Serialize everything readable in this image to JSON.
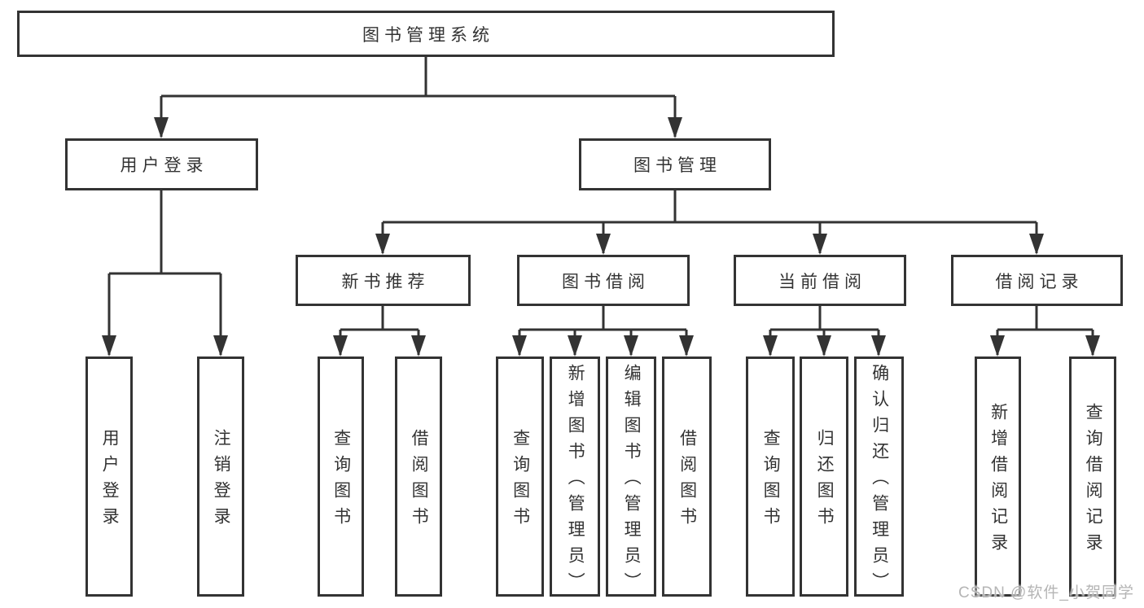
{
  "tree": {
    "root": {
      "label": "图书管理系统"
    },
    "children": [
      {
        "label": "用户登录",
        "leaves": [
          "用户登录",
          "注销登录"
        ]
      },
      {
        "label": "图书管理",
        "children": [
          {
            "label": "新书推荐",
            "leaves": [
              "查询图书",
              "借阅图书"
            ]
          },
          {
            "label": "图书借阅",
            "leaves": [
              "查询图书",
              "新增图书（管理员）",
              "编辑图书（管理员）",
              "借阅图书"
            ]
          },
          {
            "label": "当前借阅",
            "leaves": [
              "查询图书",
              "归还图书",
              "确认归还（管理员）"
            ]
          },
          {
            "label": "借阅记录",
            "leaves": [
              "新增借阅记录",
              "查询借阅记录"
            ]
          }
        ]
      }
    ]
  },
  "watermark": {
    "text": "CSDN @软件_小贺同学"
  },
  "colors": {
    "line": "#333333",
    "box_border": "#333333",
    "text": "#333333",
    "background": "#ffffff",
    "watermark": "#b5b5b5"
  }
}
